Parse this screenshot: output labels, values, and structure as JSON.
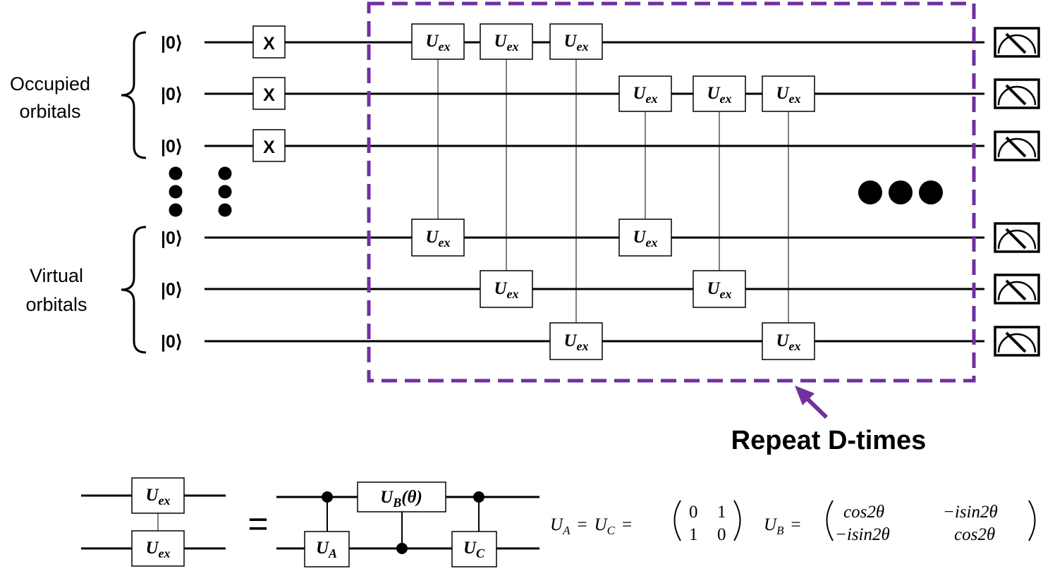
{
  "ket": "|0⟩",
  "groups": {
    "occupied": [
      "Occupied",
      "orbitals"
    ],
    "virtual": [
      "Virtual",
      "orbitals"
    ]
  },
  "x_gate": "X",
  "uex": {
    "base": "U",
    "sub": "ex"
  },
  "repeat_label": "Repeat D-times",
  "accent_color": "#7030a0",
  "decomp": {
    "equals": "=",
    "ub": {
      "base": "U",
      "sub": "B",
      "arg": "(θ)"
    },
    "ua": {
      "base": "U",
      "sub": "A"
    },
    "uc": {
      "base": "U",
      "sub": "C"
    }
  },
  "formula": {
    "lhs": "U",
    "lhs_sub_a": "A",
    "eq": "=",
    "mid": "U",
    "mid_sub_c": "C",
    "eq2": "=",
    "m1": [
      "0",
      "1",
      "1",
      "0"
    ],
    "ub_lhs": "U",
    "ub_sub": "B",
    "ub_eq": "=",
    "m2": [
      "cos2θ",
      "−isin2θ",
      "−isin2θ",
      "cos2θ"
    ]
  }
}
